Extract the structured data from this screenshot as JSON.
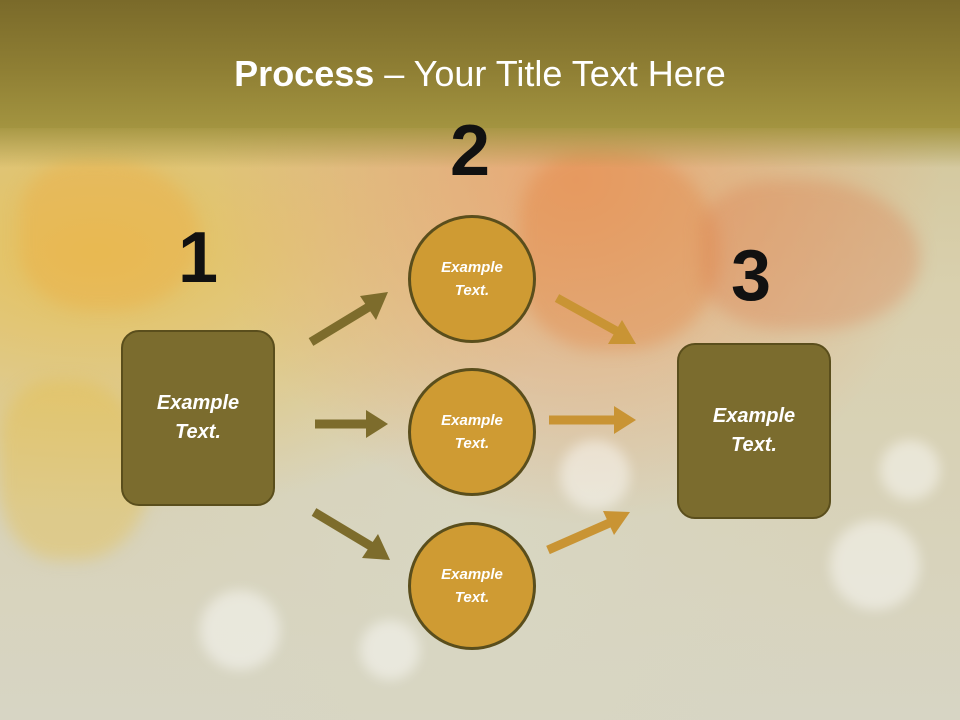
{
  "title": {
    "bold": "Process",
    "rest": " – Your Title Text Here"
  },
  "steps": [
    {
      "number": "1",
      "label": "Example\nText."
    },
    {
      "number": "2",
      "label": "Example\nText."
    },
    {
      "number": "3",
      "label": "Example\nText."
    }
  ],
  "circles": [
    {
      "label": "Example\nText."
    },
    {
      "label": "Example\nText."
    },
    {
      "label": "Example\nText."
    }
  ],
  "colors": {
    "header": "#8f7f34",
    "box": "#7b6c2e",
    "circle": "#cf9b33",
    "arrow_left": "#7d6c2c",
    "arrow_right": "#c99434"
  }
}
